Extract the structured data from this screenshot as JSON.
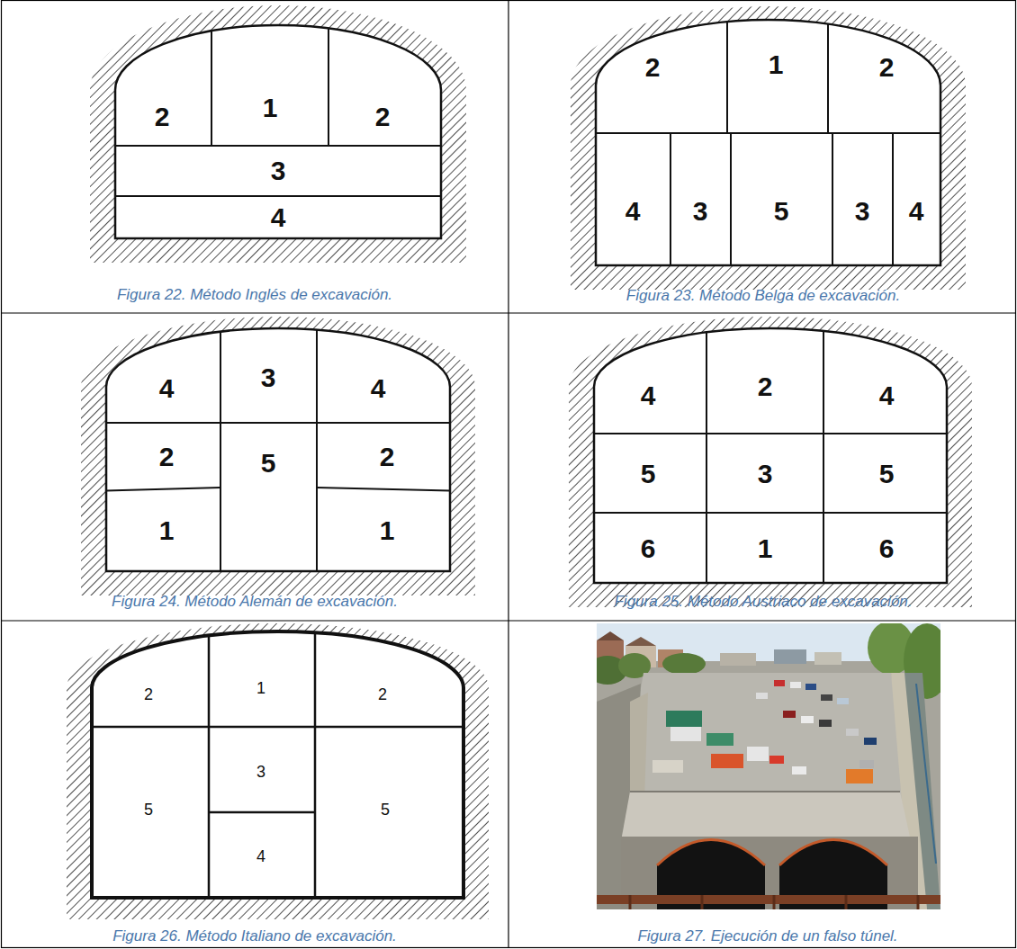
{
  "diagram": {
    "labels": [
      "2",
      "1",
      "2",
      "3",
      "4",
      "Figura 22. Método Inglés de excavación.",
      "2",
      "1",
      "2",
      "4",
      "3",
      "5",
      "3",
      "4",
      "Figura 23. Método Belga de excavación.",
      "4",
      "3",
      "4",
      "2",
      "5",
      "2",
      "1",
      "1",
      "Figura 24. Método Alemán de excavación.",
      "4",
      "2",
      "4",
      "5",
      "3",
      "5",
      "6",
      "1",
      "6",
      "Figura 25. Método Austriaco de excavación.",
      "2",
      "1",
      "2",
      "5",
      "3",
      "5",
      "4",
      "Figura 26. Método Italiano de excavación.",
      "Figura 27. Ejecución de un falso túnel."
    ]
  }
}
